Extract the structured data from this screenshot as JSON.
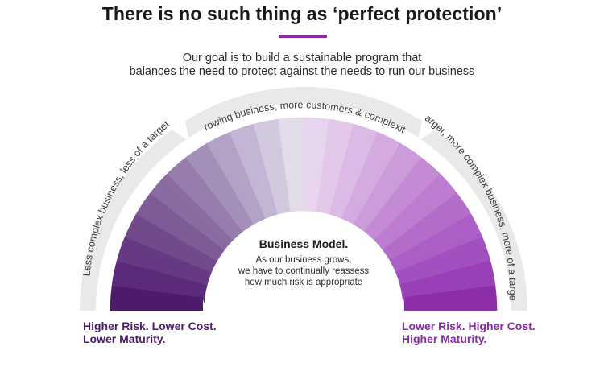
{
  "title": "There is no such thing as ‘perfect protection’",
  "subtitle_line1": "Our goal is to build a sustainable program that",
  "subtitle_line2": "balances the need to protect against the needs to run our business",
  "arc_labels": {
    "left": "Less complex business, less of a target",
    "top": "Growing business, more customers & complexity",
    "right": "Larger, more complex business, more of a target"
  },
  "center": {
    "heading": "Business Model.",
    "line1": "As our business grows,",
    "line2": "we have to continually reassess",
    "line3": "how much risk is appropriate"
  },
  "left_label": {
    "line1": "Higher Risk. Lower Cost.",
    "line2": "Lower Maturity."
  },
  "right_label": {
    "line1": "Lower Risk. Higher Cost.",
    "line2": "Higher Maturity."
  },
  "colors": {
    "accent": "#8a2ba8",
    "left_text": "#4e1a6b",
    "right_text": "#8b2aa6",
    "band": "#e9e9ea",
    "segments_left": [
      "#4e1a6b",
      "#5b2a78",
      "#663a82",
      "#714a8c",
      "#7d5b97",
      "#896ca2",
      "#967dad",
      "#a48fb9",
      "#b3a2c6",
      "#c3b5d3",
      "#d3c9df",
      "#e2dcea"
    ],
    "segments_right": [
      "#e7d5ee",
      "#e2c9ea",
      "#dbbae5",
      "#d4abe0",
      "#cc9bda",
      "#c48bd4",
      "#bc7ccf",
      "#b46ccb",
      "#ab5ec6",
      "#a24fbf",
      "#9940b8",
      "#8d2ea8"
    ]
  }
}
